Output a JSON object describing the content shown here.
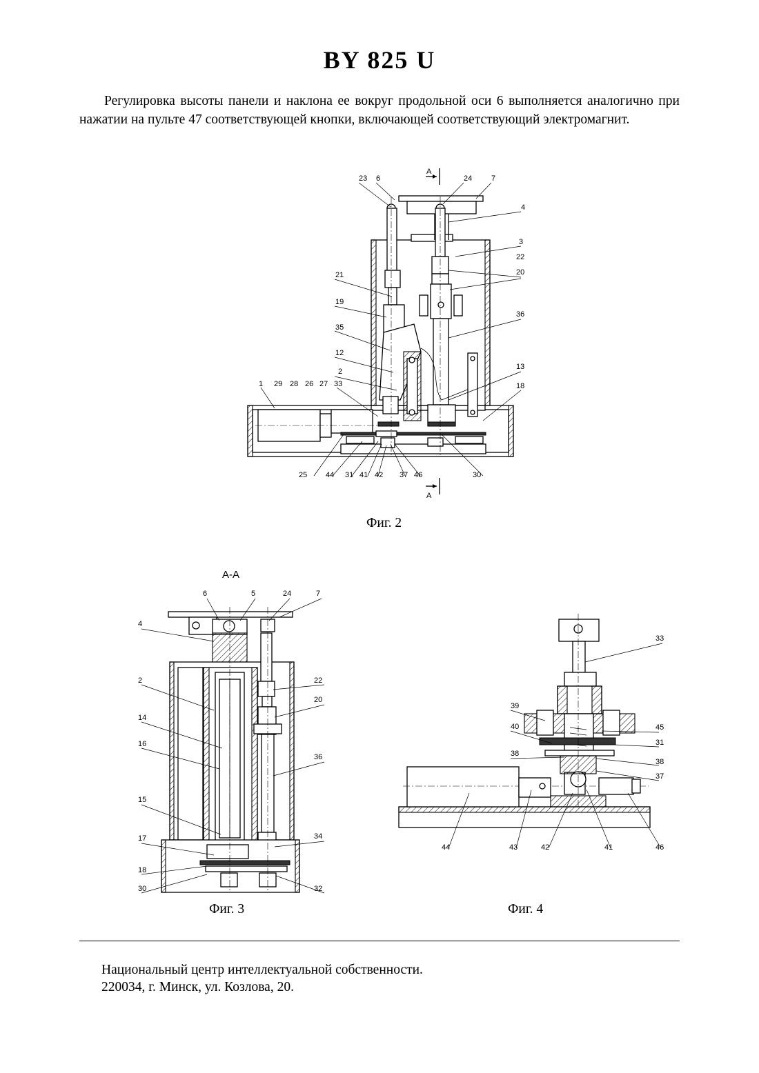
{
  "header": {
    "title": "BY 825 U"
  },
  "body": {
    "paragraph": "Регулировка высоты панели и наклона ее вокруг продольной оси 6 выполняется аналогично при нажатии на пульте 47 соответствующей кнопки, включающей соответствующий электромагнит."
  },
  "figures": {
    "fig2": {
      "caption": "Фиг. 2",
      "section_mark": "А",
      "labels": [
        "23",
        "6",
        "24",
        "7",
        "4",
        "3",
        "22",
        "20",
        "21",
        "19",
        "36",
        "35",
        "12",
        "13",
        "2",
        "18",
        "1",
        "29",
        "28",
        "26",
        "27",
        "33",
        "25",
        "44",
        "31",
        "41",
        "42",
        "37",
        "46",
        "30"
      ]
    },
    "fig3": {
      "caption": "Фиг. 3",
      "section_title": "А-А",
      "labels": [
        "6",
        "5",
        "24",
        "7",
        "4",
        "2",
        "22",
        "20",
        "14",
        "16",
        "36",
        "15",
        "17",
        "34",
        "18",
        "30",
        "32"
      ]
    },
    "fig4": {
      "caption": "Фиг. 4",
      "labels": [
        "33",
        "39",
        "45",
        "40",
        "31",
        "38",
        "38",
        "37",
        "44",
        "43",
        "42",
        "41",
        "46"
      ]
    }
  },
  "footer": {
    "line1": "Национальный центр интеллектуальной собственности.",
    "line2": "220034, г. Минск, ул. Козлова, 20."
  }
}
